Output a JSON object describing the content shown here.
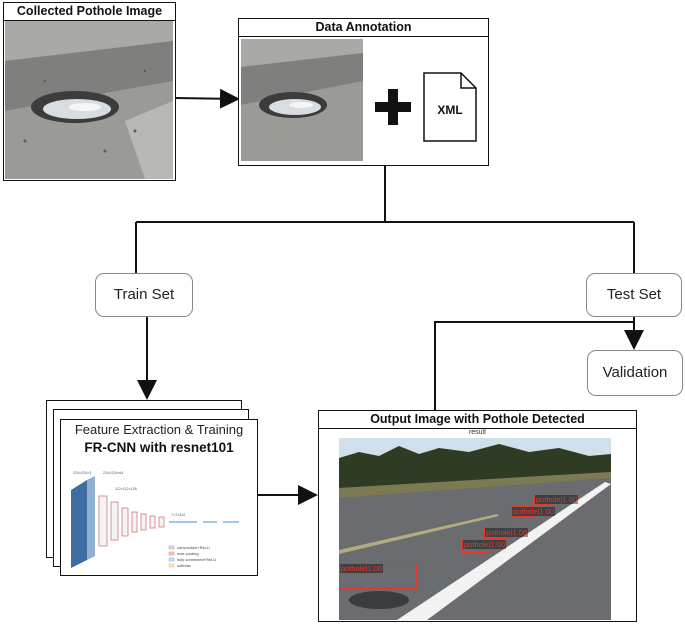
{
  "collected": {
    "title": "Collected Pothole Image"
  },
  "annotation": {
    "title": "Data Annotation",
    "file_label": "XML"
  },
  "train": {
    "label": "Train Set"
  },
  "test": {
    "label": "Test Set"
  },
  "validation": {
    "label": "Validation"
  },
  "feature": {
    "title": "Feature Extraction & Training",
    "model": "FR-CNN with resnet101"
  },
  "output": {
    "title": "Output Image with Pothole Detected",
    "result_label": "result",
    "detections": [
      "pothole|1.00",
      "pothole|1.00",
      "pothole|1.00",
      "pothole|1.00",
      "pothole|1.00"
    ]
  },
  "colors": {
    "detection_box": "#e0392b",
    "road": "#5b5d60",
    "sky": "#cfe0ea",
    "trees": "#2f3b22"
  }
}
